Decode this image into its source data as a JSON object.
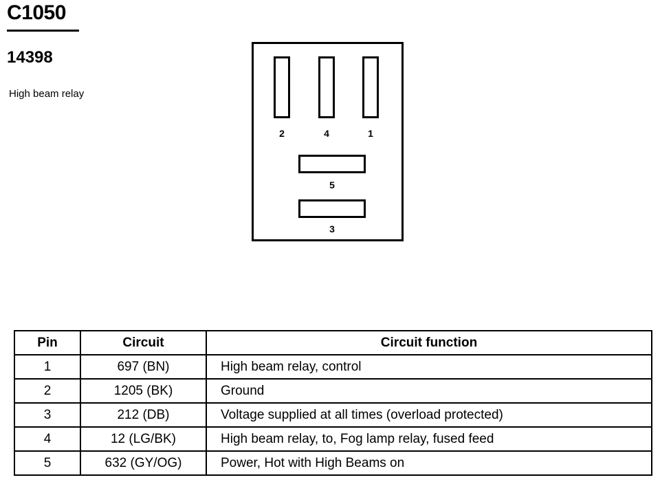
{
  "header": {
    "connector_id": "C1050",
    "part_number": "14398",
    "description": "High beam relay"
  },
  "connector": {
    "pins_vertical": [
      "2",
      "4",
      "1"
    ],
    "pins_horizontal": [
      "5",
      "3"
    ]
  },
  "table": {
    "headers": [
      "Pin",
      "Circuit",
      "Circuit function"
    ],
    "rows": [
      {
        "pin": "1",
        "circuit": "697 (BN)",
        "function": "High beam relay, control"
      },
      {
        "pin": "2",
        "circuit": "1205 (BK)",
        "function": "Ground"
      },
      {
        "pin": "3",
        "circuit": "212 (DB)",
        "function": "Voltage supplied at all times (overload protected)"
      },
      {
        "pin": "4",
        "circuit": "12 (LG/BK)",
        "function": "High beam relay, to, Fog lamp relay, fused feed"
      },
      {
        "pin": "5",
        "circuit": "632 (GY/OG)",
        "function": "Power, Hot with High Beams on"
      }
    ]
  }
}
